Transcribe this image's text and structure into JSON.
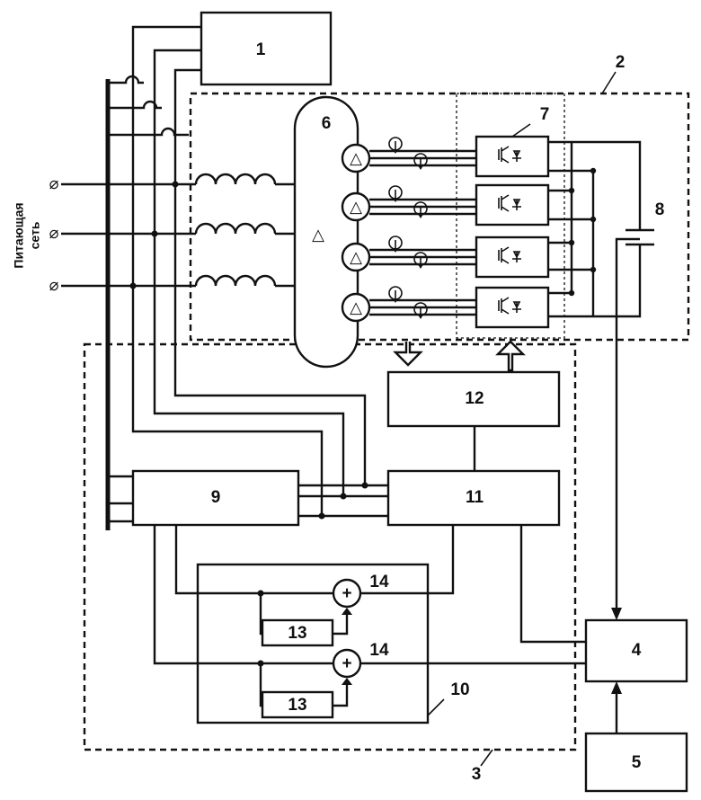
{
  "supply_label": [
    "Питающая",
    "сеть"
  ],
  "blocks": {
    "b1": "1",
    "b2": "2",
    "b3": "3",
    "b4": "4",
    "b5": "5",
    "b6": "6",
    "b7": "7",
    "b8": "8",
    "b9": "9",
    "b10": "10",
    "b11": "11",
    "b12": "12",
    "b13a": "13",
    "b13b": "13",
    "b14a": "14",
    "b14b": "14"
  },
  "symbols": {
    "terminal": "⌀",
    "delta": "△",
    "plus": "+"
  }
}
